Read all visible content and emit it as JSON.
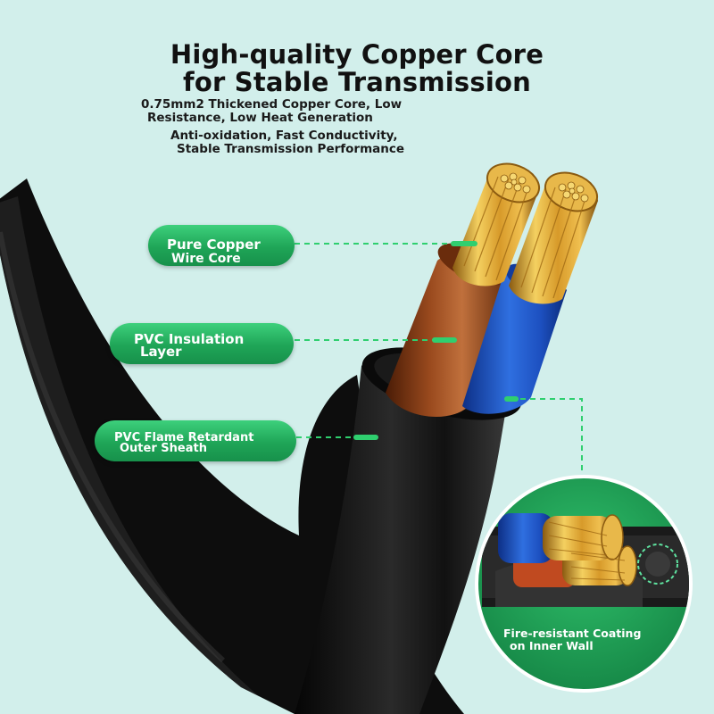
{
  "title": {
    "line1": "High-quality Copper Core",
    "line2": "for Stable Transmission"
  },
  "features": {
    "f1_line1": "0.75mm2 Thickened Copper Core, Low",
    "f1_line2": "Resistance, Low Heat Generation",
    "f2_line1": "Anti-oxidation, Fast Conductivity,",
    "f2_line2": "Stable Transmission Performance"
  },
  "callouts": [
    {
      "line1": "Pure Copper",
      "line2": "Wire Core"
    },
    {
      "line1": "PVC Insulation",
      "line2": "Layer"
    },
    {
      "line1": "PVC Flame Retardant",
      "line2": "Outer Sheath"
    }
  ],
  "inset": {
    "line1": "Fire-resistant Coating",
    "line2": "on Inner Wall"
  },
  "colors": {
    "background": "#d2efeb",
    "accent_green": "#1fa557",
    "sheath": "#111111",
    "brown_insulation": "#7a3612",
    "blue_insulation": "#1f58c8",
    "copper": "#e0a93a"
  },
  "icons": [
    "power-cable-cross-section",
    "copper-strands",
    "dashed-leader-line"
  ]
}
